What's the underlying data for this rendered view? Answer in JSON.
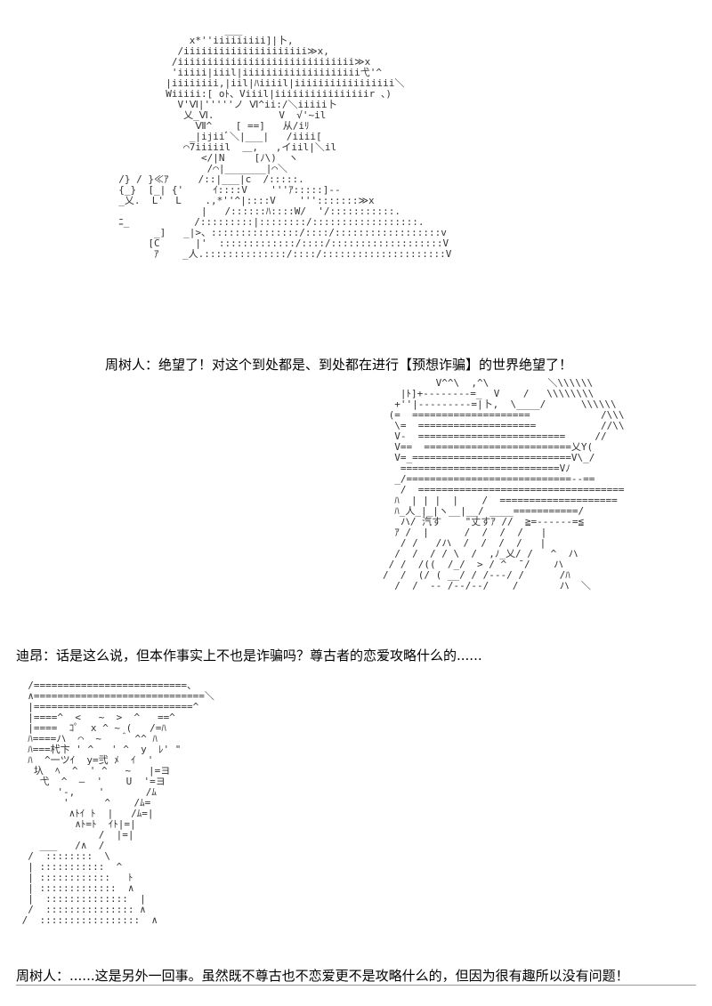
{
  "art": {
    "panel1": "                    ___\n              x*''iiiiiiiii]|卜,\n            /iiiiiiiiiiiiiiiiiiiii≫x,\n           /iiiiiiiiiiiiiiiiiiiiiiiiiiiiii≫x\n           'iiiii|iiil|iiiiiiiiiiiiiiiiiiii弋'^\n          |iiiiiiii,|iil|ﾊiiiil|iiiiiiiiiiiiiiiii＼\n          Wiiiii:[ oﾄ、Viiil|iiiiiiiiiiiiiiiir 、)\n            V'Ⅵ|'''''ノ Ⅵ^ii:/＼iiiii卜\n             乂_Ⅵ.           V  √'~il\n               Ⅶ^    [ ==]   从/iﾘ\n              _|ijiiﾞ＼|___|   /iiii[\n             ⌒7iiiiil  ＿,   ,イiil|＼il\n                </|N     [ﾉ\\)  ヽ\n                 /⌒|_______|⌒＼\n  /} / }≪ｱ     /::|___|c  /:::::.\n  {_}  [_| {'     ｲ::::V    '''ｱ:::::]--\n  _乂.  L'  L    .,*''^|::::V    ''':::::::≫x\n                |   /::::::ﾊ::::W/  '/:::::::::::.\n  ﾆ_           /:::::::::|::::::::/::::::::::::::::::.\n        _]   _|>、:::::::::::::::/::::/::::::::::::::::::v\n       [C      |'  :::::::::::::/::::/:::::::::::::::::::V\n        ｱ    _人.::::::::::::::/::::/:::::::::::::::::::::V",
    "panel2": "         V^^\\  ,^\\          ＼\\\\\\\\\\\\\n   |ﾄ]+--------=_  V    /   \\\\\\\\\\\\\\\\\n  +''|---------=|卜,  \\____/      \\\\\\\\\\\\\n (=  ====================            /\\\\\\\n  \\=  ====================           //\\\\\n  V-  =========================     //\n  V==  =========================乂Y(\n  V=_===========================V\\_/\n   ===========================Vﾉ\n  _/============================--==\n   /  ===================================\n  ﾊ  | | |  |    /  ====================\n  ﾊ_人_|_|ヽ__|__/ ____===========/\n   ハ/ 汽す    \"丈すｱ //  ≧=------=≦\n  ｱ /  |      /  /  /  /   |\n   / /   /ハ  /  /  /  /   |\n  /  /  / / \\  /  ,ﾉ_乂/ /   ^  ハ\n / /  /((  /_/  > / ^  ̄ /    ハ\n/  /  (/ ( __/ / /---/ /      /ﾊ\n  /  /  -- /--/--/    /       ハ  ＼",
    "panel3": "  /==========================、\n  ∧=============================＼\n  |===========================^\n  |====^  <   ~  >  ^   ==^\n  |====  ｺﾟ  x ^ ~ (   /=ﾊ\n  ﾊ====ハ  ⌒  ~   ＾ ^^ ﾊ\n  ﾊ===杙卞 ' ^   ' ^  y  ﾚ' \"\n  ﾊ  ^一ツｲ  y=弐 ﾒ  ｲ  '\n   圦  ﾍ  ^  ' ^   ~   |=ヨ\n    弋  ^  ―  '    U  '=ヨ\n       '-,    '       /ﾑ\n        '      ^    /ﾑ=\n         ∧ﾄｲ ﾄ  |   /ﾑ=|\n          ∧ﾄ=ﾄ  ｲﾄ|=| \n              /  |=|\n    ___   /∧  /  \n  /  ::::::::  \\ \n  | :::::::::::  ^  \n  | ::::::::::::   ﾄ \n  | :::::::::::::  ∧ \n  |  ::::::::::::::  |\n  /  ::::::::::::::: ∧\n /  :::::::::::::::::  ∧"
  },
  "dialogue": {
    "line1": "周树人：绝望了！对这个到处都是、到处都在进行【预想诈骗】的世界绝望了！",
    "line2": "迪昂：话是这么说，但本作事实上不也是诈骗吗？尊古者的恋爱攻略什么的......",
    "line3": "周树人：......这是另外一回事。虽然既不尊古也不恋爱更不是攻略什么的，但因为很有趣所以没有问题！"
  }
}
